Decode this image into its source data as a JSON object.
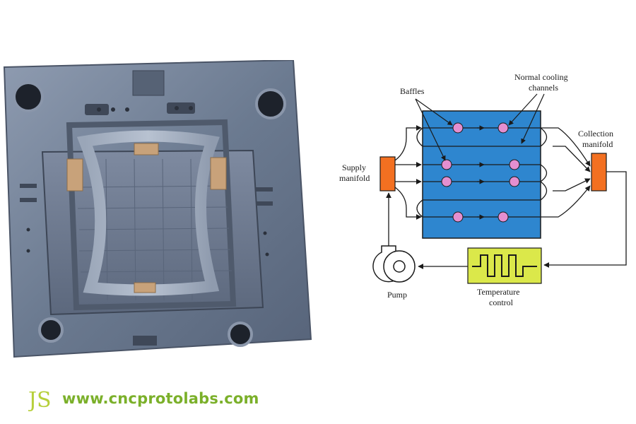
{
  "colors": {
    "mold_steel": "#6b7a90",
    "mold_dark": "#3d4656",
    "mold_light": "#a3aec0",
    "brass_insert": "#c8a27a",
    "cooling_block": "#2e86cf",
    "manifold": "#f37021",
    "baffle_dot": "#e48fd0",
    "temp_control": "#dbe84a",
    "brand_green": "#7bb02a",
    "brand_logo": "#b6cf3a"
  },
  "diagram": {
    "baffles_label": "Baffles",
    "cooling_label_line1": "Normal cooling",
    "cooling_label_line2": "channels",
    "collection_label_line1": "Collection",
    "collection_label_line2": "manifold",
    "supply_label_line1": "Supply",
    "supply_label_line2": "manifold",
    "pump_label": "Pump",
    "temp_label_line1": "Temperature",
    "temp_label_line2": "control"
  },
  "brand": {
    "logo_text": "JS",
    "url": "www.cncprotolabs.com"
  },
  "icons": [
    "mold-plate-photo",
    "pump-icon",
    "heat-exchanger-icon",
    "logo-icon"
  ]
}
